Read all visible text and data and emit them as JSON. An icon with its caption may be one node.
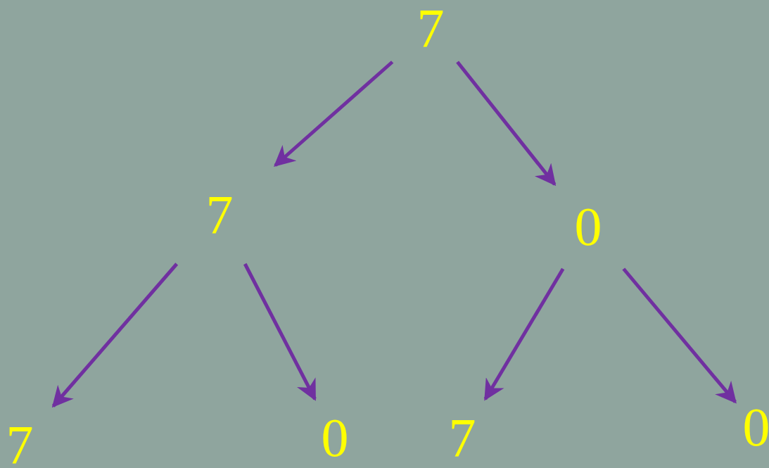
{
  "diagram": {
    "nodes": [
      {
        "text": [
          "7"
        ]
      },
      {
        "text": [
          "7"
        ]
      },
      {
        "text": [
          "0"
        ]
      },
      {
        "text": [
          "7"
        ]
      },
      {
        "text": [
          "0"
        ]
      },
      {
        "text": [
          "7"
        ]
      },
      {
        "text": [
          "0"
        ]
      }
    ],
    "edges": [
      {
        "from": 0,
        "to": 1,
        "arrow": "to"
      },
      {
        "from": 0,
        "to": 2,
        "arrow": "to"
      },
      {
        "from": 1,
        "to": 3,
        "arrow": "to"
      },
      {
        "from": 1,
        "to": 4,
        "arrow": "to"
      },
      {
        "from": 2,
        "to": 5,
        "arrow": "to"
      },
      {
        "from": 2,
        "to": 6,
        "arrow": "to"
      }
    ]
  }
}
